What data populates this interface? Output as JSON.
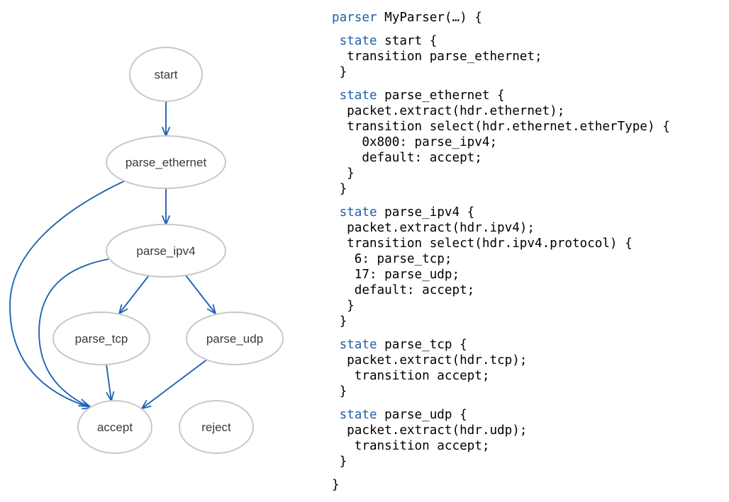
{
  "colors": {
    "edge": "#1f63b4",
    "node_stroke": "#c8c8c8",
    "node_fill": "#ffffff",
    "text": "#3a3a3a",
    "keyword": "#1f5faa"
  },
  "graph": {
    "nodes": [
      {
        "id": "start",
        "label": "start"
      },
      {
        "id": "parse_ethernet",
        "label": "parse_ethernet"
      },
      {
        "id": "parse_ipv4",
        "label": "parse_ipv4"
      },
      {
        "id": "parse_tcp",
        "label": "parse_tcp"
      },
      {
        "id": "parse_udp",
        "label": "parse_udp"
      },
      {
        "id": "accept",
        "label": "accept"
      },
      {
        "id": "reject",
        "label": "reject"
      }
    ],
    "edges": [
      {
        "from": "start",
        "to": "parse_ethernet"
      },
      {
        "from": "parse_ethernet",
        "to": "parse_ipv4"
      },
      {
        "from": "parse_ethernet",
        "to": "accept"
      },
      {
        "from": "parse_ipv4",
        "to": "parse_tcp"
      },
      {
        "from": "parse_ipv4",
        "to": "parse_udp"
      },
      {
        "from": "parse_ipv4",
        "to": "accept"
      },
      {
        "from": "parse_tcp",
        "to": "accept"
      },
      {
        "from": "parse_udp",
        "to": "accept"
      }
    ]
  },
  "code": [
    {
      "kw": "parser",
      "rest": " MyParser(…) {"
    },
    {
      "kw": "",
      "rest": ""
    },
    {
      "kw": " state",
      "rest": " start {"
    },
    {
      "kw": "",
      "rest": "  transition parse_ethernet;"
    },
    {
      "kw": "",
      "rest": " }"
    },
    {
      "kw": "",
      "rest": ""
    },
    {
      "kw": " state",
      "rest": " parse_ethernet {"
    },
    {
      "kw": "",
      "rest": "  packet.extract(hdr.ethernet);"
    },
    {
      "kw": "",
      "rest": "  transition select(hdr.ethernet.etherType) {"
    },
    {
      "kw": "",
      "rest": "    0x800: parse_ipv4;"
    },
    {
      "kw": "",
      "rest": "    default: accept;"
    },
    {
      "kw": "",
      "rest": "  }"
    },
    {
      "kw": "",
      "rest": " }"
    },
    {
      "kw": "",
      "rest": ""
    },
    {
      "kw": " state",
      "rest": " parse_ipv4 {"
    },
    {
      "kw": "",
      "rest": "  packet.extract(hdr.ipv4);"
    },
    {
      "kw": "",
      "rest": "  transition select(hdr.ipv4.protocol) {"
    },
    {
      "kw": "",
      "rest": "   6: parse_tcp;"
    },
    {
      "kw": "",
      "rest": "   17: parse_udp;"
    },
    {
      "kw": "",
      "rest": "   default: accept;"
    },
    {
      "kw": "",
      "rest": "  }"
    },
    {
      "kw": "",
      "rest": " }"
    },
    {
      "kw": "",
      "rest": ""
    },
    {
      "kw": " state",
      "rest": " parse_tcp {"
    },
    {
      "kw": "",
      "rest": "  packet.extract(hdr.tcp);"
    },
    {
      "kw": "",
      "rest": "   transition accept;"
    },
    {
      "kw": "",
      "rest": " }"
    },
    {
      "kw": "",
      "rest": ""
    },
    {
      "kw": " state",
      "rest": " parse_udp {"
    },
    {
      "kw": "",
      "rest": "  packet.extract(hdr.udp);"
    },
    {
      "kw": "",
      "rest": "   transition accept;"
    },
    {
      "kw": "",
      "rest": " }"
    },
    {
      "kw": "",
      "rest": ""
    },
    {
      "kw": "",
      "rest": "}"
    }
  ]
}
